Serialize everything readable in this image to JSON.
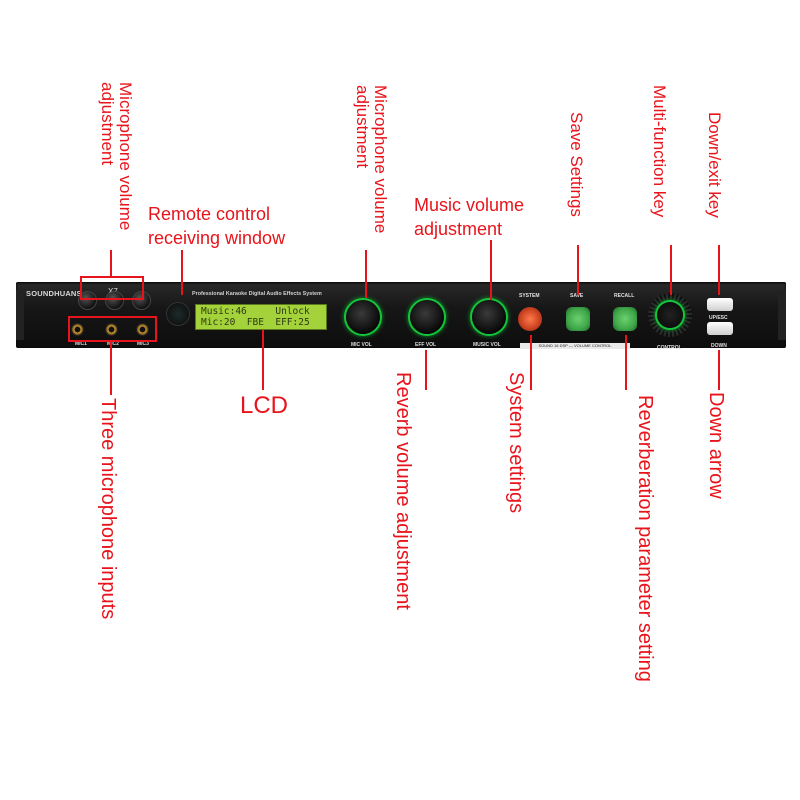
{
  "annotations": {
    "mic_volume_left": "Microphone volume adjustment",
    "remote_control": "Remote control\nreceiving window",
    "mic_volume_right": "Microphone volume adjustment",
    "music_volume": "Music volume\nadjustment",
    "save_settings": "Save Settings",
    "multi_function": "Multi-function key",
    "down_exit": "Down/exit key",
    "three_mic_inputs": "Three microphone inputs",
    "lcd": "LCD",
    "reverb_volume": "Reverb volume adjustment",
    "system_settings": "System settings",
    "reverberation_param": "Reverberation parameter setting",
    "down_arrow": "Down arrow"
  },
  "device": {
    "brand": "SOUNDHUANS",
    "model": "X7",
    "subtitle": "Professional Karaoke Digital Audio Effects System",
    "mic_jacks": [
      "MIC1",
      "MIC2",
      "MIC3"
    ],
    "lcd_line1": "Music:46     Unlock",
    "lcd_line2": "Mic:20  FBE  EFF:25",
    "knob_labels": [
      "MIC VOL",
      "EFF VOL",
      "MUSIC VOL"
    ],
    "button_labels": [
      "SYSTEM",
      "SAVE",
      "RECALL"
    ],
    "control_label": "CONTROL",
    "up_esc_label": "UP/ESC",
    "down_label": "DOWN",
    "strip_text": "SOUND 16 DSP — VOLUME CONTROL"
  },
  "colors": {
    "annotation": "#e8141b",
    "lcd": "#a4d23a",
    "knob_ring": "#14c63a",
    "system_button": "#e0552b",
    "save_button": "#3fa84a"
  }
}
